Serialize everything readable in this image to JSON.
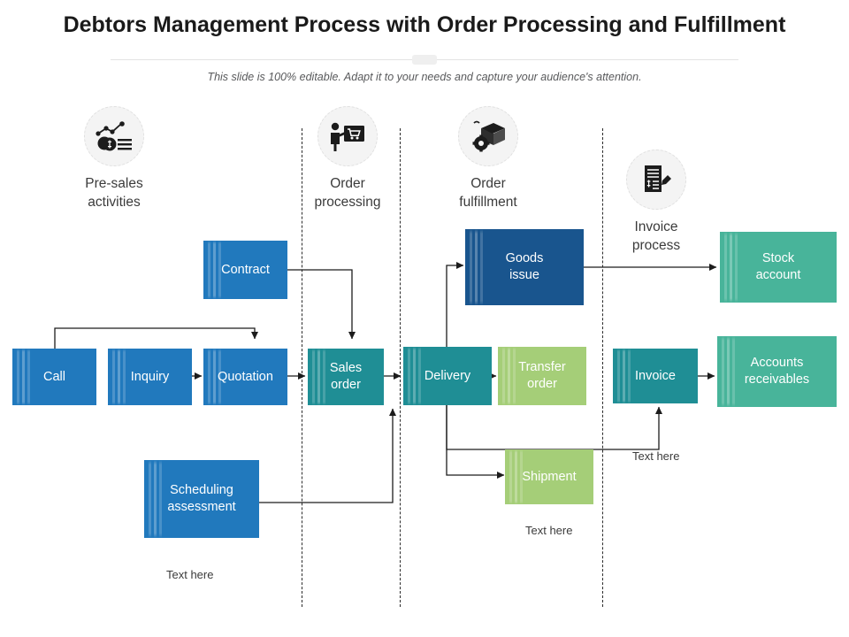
{
  "header": {
    "title": "Debtors Management Process with Order Processing and Fulfillment",
    "subtitle": "This slide is 100% editable. Adapt it to your needs and capture your audience's attention."
  },
  "colors": {
    "blue": "#2179bd",
    "navy": "#19558e",
    "teal": "#1f8e95",
    "green": "#48b49a",
    "light_green": "#a5ce78",
    "divider": "#2b2b2b",
    "text_dark": "#3b3b3b"
  },
  "stages": [
    {
      "id": "pre-sales-activities",
      "label": "Pre-sales\nactivities",
      "icon": "chart-coins-icon"
    },
    {
      "id": "order-processing",
      "label": "Order\nprocessing",
      "icon": "person-cart-screen-icon"
    },
    {
      "id": "order-fulfillment",
      "label": "Order\nfulfillment",
      "icon": "box-gear-icon"
    },
    {
      "id": "invoice-process",
      "label": "Invoice\nprocess",
      "icon": "invoice-pencil-icon"
    }
  ],
  "boxes": [
    {
      "id": "contract",
      "label": "Contract",
      "color": "blue"
    },
    {
      "id": "goods-issue",
      "label": "Goods\nissue",
      "color": "navy"
    },
    {
      "id": "stock-account",
      "label": "Stock\naccount",
      "color": "green"
    },
    {
      "id": "call",
      "label": "Call",
      "color": "blue"
    },
    {
      "id": "inquiry",
      "label": "Inquiry",
      "color": "blue"
    },
    {
      "id": "quotation",
      "label": "Quotation",
      "color": "blue"
    },
    {
      "id": "sales-order",
      "label": "Sales\norder",
      "color": "teal"
    },
    {
      "id": "delivery",
      "label": "Delivery",
      "color": "teal"
    },
    {
      "id": "transfer-order",
      "label": "Transfer\norder",
      "color": "light_green"
    },
    {
      "id": "invoice",
      "label": "Invoice",
      "color": "teal"
    },
    {
      "id": "accounts-receivables",
      "label": "Accounts\nreceivables",
      "color": "green"
    },
    {
      "id": "scheduling-assessment",
      "label": "Scheduling\nassessment",
      "color": "blue"
    },
    {
      "id": "shipment",
      "label": "Shipment",
      "color": "light_green"
    }
  ],
  "notes": [
    {
      "id": "note-scheduling",
      "label": "Text here"
    },
    {
      "id": "note-shipment",
      "label": "Text here"
    },
    {
      "id": "note-invoice",
      "label": "Text here"
    }
  ]
}
